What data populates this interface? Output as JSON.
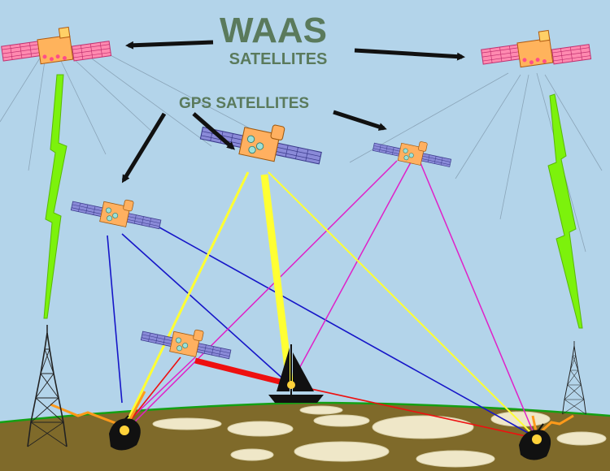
{
  "title": "WAAS",
  "subtitle": "SATELLITES",
  "gps_label": "GPS SATELLITES",
  "colors": {
    "sky": "#b3d4ea",
    "ground": "#7f6a2a",
    "horizon_line": "#14a014",
    "label_text": "#5a7a5c",
    "waas_uplink": "#7cf20c",
    "signal_yellow": "#ffff33",
    "signal_blue": "#1616c8",
    "signal_magenta": "#e020c8",
    "signal_red": "#ee1010",
    "signal_orange": "#ff9a1a"
  },
  "objects": {
    "waas_satellites": 2,
    "gps_satellites": 4,
    "ground_towers": 2,
    "receivers": 2,
    "boat": 1
  }
}
